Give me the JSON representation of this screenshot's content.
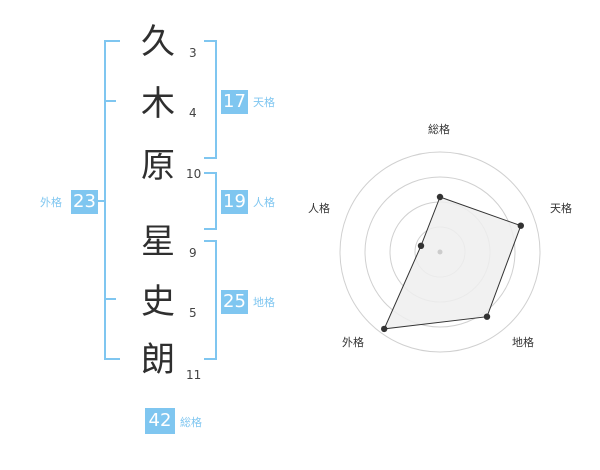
{
  "name": {
    "surname": [
      "久",
      "木",
      "原"
    ],
    "given": [
      "星",
      "史",
      "朗"
    ],
    "strokes": [
      "3",
      "4",
      "10",
      "9",
      "5",
      "11"
    ]
  },
  "scores": {
    "tenkaku": {
      "value": "17",
      "label": "天格"
    },
    "jinkaku": {
      "value": "19",
      "label": "人格"
    },
    "chikaku": {
      "value": "25",
      "label": "地格"
    },
    "gaikaku": {
      "value": "23",
      "label": "外格"
    },
    "soukaku": {
      "value": "42",
      "label": "総格"
    }
  },
  "colors": {
    "accent": "#7fc6f0",
    "text": "#2f2f2f",
    "radar_fill": "#efefef",
    "radar_grid": "#d0d0d0"
  },
  "chart_data": {
    "type": "radar",
    "axes": [
      "総格",
      "天格",
      "地格",
      "外格",
      "人格"
    ],
    "values": [
      42,
      17,
      25,
      23,
      19
    ],
    "relative_levels": [
      0.55,
      0.85,
      0.8,
      0.95,
      0.2
    ],
    "rings": 4,
    "grid": true
  }
}
